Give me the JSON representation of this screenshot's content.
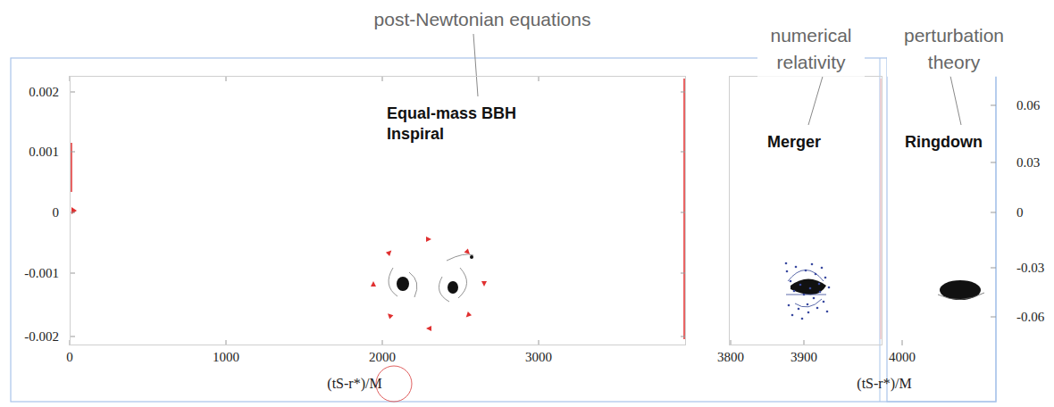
{
  "diagram": {
    "nodes": [
      {
        "text": [
          "Equal-mass BBH Inspiral"
        ]
      },
      {
        "text": [
          "Merger"
        ]
      },
      {
        "text": [
          "Ringdown"
        ]
      }
    ],
    "labels": [
      "post-Newtonian equations",
      "numerical relativity",
      "perturbation theory",
      "0.002",
      "0.001",
      "0",
      "-0.001",
      "-0.002",
      "0",
      "1000",
      "2000",
      "3000",
      "(tS-r*)/M",
      "3800",
      "3900",
      "4000",
      "(tS-r*)/M",
      "0.06",
      "0.03",
      "0",
      "-0.03",
      "-0.06"
    ]
  }
}
